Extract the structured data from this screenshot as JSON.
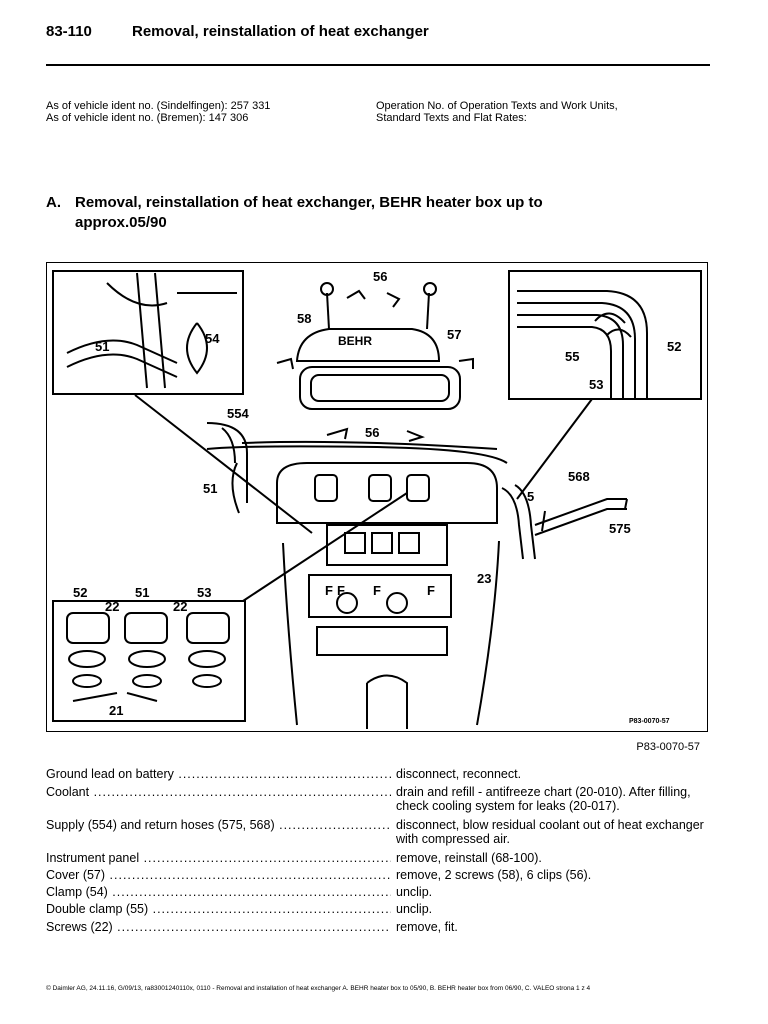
{
  "header": {
    "code": "83-110",
    "title": "Removal, reinstallation of heat exchanger"
  },
  "ident": {
    "left_line1": "As of vehicle ident no. (Sindelfingen): 257 331",
    "left_line2": "As of vehicle ident no. (Bremen): 147 306",
    "right_line1": "Operation No. of Operation Texts and Work Units,",
    "right_line2": "Standard Texts and Flat Rates:"
  },
  "section": {
    "letter": "A.",
    "title": "Removal, reinstallation of heat exchanger, BEHR heater box up to approx.05/90"
  },
  "figure": {
    "caption": "P83-0070-57",
    "inner_code": "P83-0070-57",
    "brand": "BEHR",
    "callouts": {
      "c56a": "56",
      "c58": "58",
      "c57": "57",
      "c56b": "56",
      "c554": "554",
      "c51": "51",
      "c5": "5",
      "c568": "568",
      "c575": "575",
      "c23": "23",
      "c51b": "51",
      "c54": "54",
      "c55": "55",
      "c52": "52",
      "c53": "53",
      "c52b": "52",
      "c51c": "51",
      "c53b": "53",
      "c22a": "22",
      "c22b": "22",
      "c21": "21"
    },
    "panel_letters": {
      "f1": "F",
      "f2": "F",
      "f3": "F",
      "f4": "F"
    }
  },
  "steps": [
    {
      "label": "Ground lead on battery",
      "value": "disconnect, reconnect."
    },
    {
      "label": "Coolant",
      "value": "drain and refill - antifreeze chart (20-010).  After filling, check cooling system for leaks (20-017)."
    },
    {
      "label": "Supply (554) and return hoses (575, 568)",
      "value": "disconnect, blow residual coolant out of heat exchanger with compressed air."
    },
    {
      "label": "Instrument panel",
      "value": "remove, reinstall (68-100)."
    },
    {
      "label": "Cover (57)",
      "value": "remove, 2 screws (58), 6 clips (56)."
    },
    {
      "label": "Clamp (54)",
      "value": "unclip."
    },
    {
      "label": "Double clamp (55)",
      "value": "unclip."
    },
    {
      "label": "Screws (22)",
      "value": "remove, fit."
    }
  ],
  "footer": {
    "text": "© Daimler AG, 24.11.16, G/09/13, ra83001240110x, 0110 - Removal and installation of heat exchanger A. BEHR heater box to 05/90, B. BEHR heater box from 06/90, C. VALEO    strona 1 z 4"
  }
}
